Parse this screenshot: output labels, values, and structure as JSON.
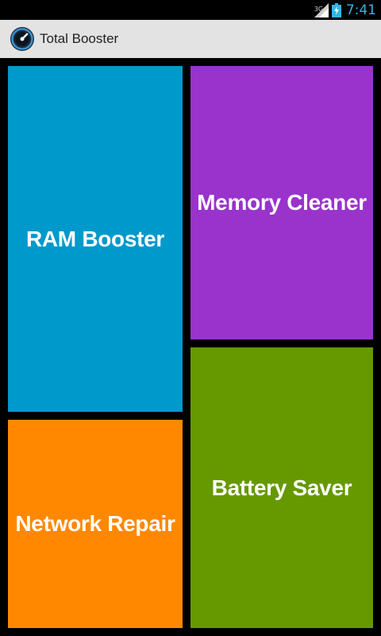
{
  "status_bar": {
    "network_type": "3G",
    "time": "7:41",
    "icons": [
      "signal-icon",
      "battery-charging-icon"
    ]
  },
  "action_bar": {
    "title": "Total Booster",
    "icon": "speedometer-icon"
  },
  "tiles": [
    {
      "label": "RAM Booster",
      "color": "#0099cc"
    },
    {
      "label": "Memory Cleaner",
      "color": "#9933cc"
    },
    {
      "label": "Network Repair",
      "color": "#ff8800"
    },
    {
      "label": "Battery Saver",
      "color": "#669900"
    }
  ]
}
